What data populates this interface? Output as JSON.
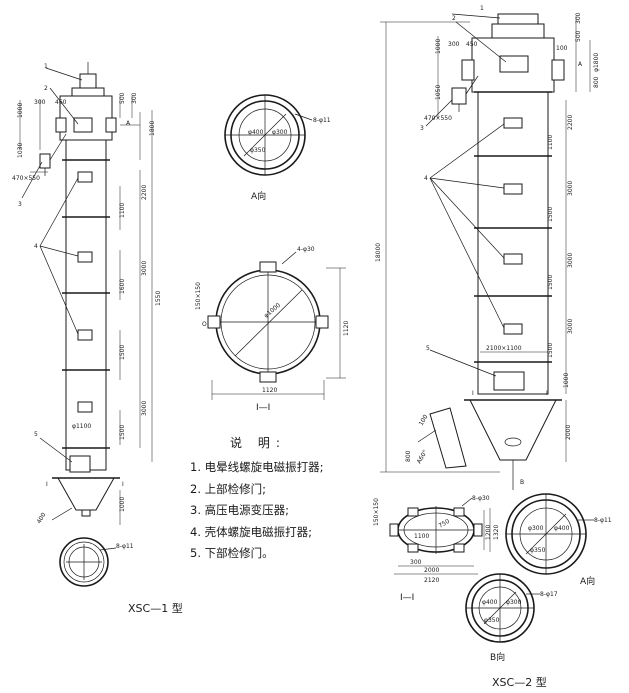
{
  "models": {
    "xsc1": "XSC—1 型",
    "xsc2": "XSC—2 型"
  },
  "views": {
    "a_view": "A向",
    "b_view": "B向",
    "section": "I—I",
    "arrow_a": "A",
    "arrow_b": "B"
  },
  "notes": {
    "heading": "说  明:",
    "items": [
      "1. 电晕线螺旋电磁振打器;",
      "2. 上部检修门;",
      "3. 高压电源变压器;",
      "4. 壳体螺旋电磁振打器;",
      "5. 下部检修门。"
    ]
  },
  "callouts": {
    "n1": "1",
    "n2": "2",
    "n3": "3",
    "n4": "4",
    "n5": "5"
  },
  "xsc1_dims": {
    "d1000": "1000",
    "d300": "300",
    "d460": "460",
    "d500": "500",
    "d1030": "1030",
    "d300b": "300",
    "d1800": "1800",
    "d470x550": "470×550",
    "d2200": "2200",
    "d1100": "1100",
    "d3000a": "3000",
    "d1600": "1600",
    "d15500": "1550",
    "d1500": "1500",
    "d3000b": "3000",
    "d1500b": "1500",
    "d_phi1100": "φ1100",
    "d1000b": "1000",
    "d400": "400",
    "hole": "8-φ11",
    "sec": "I",
    "sec2": "I"
  },
  "aview_dims": {
    "hole": "8-φ11",
    "p400": "φ400",
    "p300": "φ300",
    "p350": "φ350"
  },
  "section_dims": {
    "bolt": "4-φ30",
    "d150x150": "150×150",
    "d1000": "φ1000",
    "d1120v": "1120",
    "d1120h": "1120",
    "o": "O"
  },
  "xsc2_dims": {
    "d300a": "300",
    "d500": "500",
    "d1000": "1000",
    "d300b": "300",
    "d450": "450",
    "d100": "100",
    "p1800": "φ1800",
    "d800": "800",
    "d1050": "1050",
    "d470x550": "470×550",
    "d2200": "2200",
    "d1100": "1100",
    "d3000a": "3000",
    "d1500a": "1500",
    "d3000b": "3000",
    "d1500b": "1500",
    "d3000c": "3000",
    "d1500c": "1500",
    "d18000": "18000",
    "d2100x1100": "2100×1100",
    "d2000": "2000",
    "d100b": "100",
    "d800b": "800",
    "a60": "A60°"
  },
  "xsc2_section": {
    "bolt": "8-φ30",
    "d150x150": "150×150",
    "d1320": "1320",
    "d1200": "1200",
    "d300": "300",
    "d2000": "2000",
    "d2120": "2120",
    "d750": "750",
    "d1100": "1100"
  },
  "xsc2_aview": {
    "hole": "8-φ11",
    "p300": "φ300",
    "p400": "φ400",
    "p350": "φ350"
  },
  "xsc2_bview": {
    "hole": "8-φ17",
    "p400": "φ400",
    "p300": "φ300",
    "p350": "φ350"
  }
}
